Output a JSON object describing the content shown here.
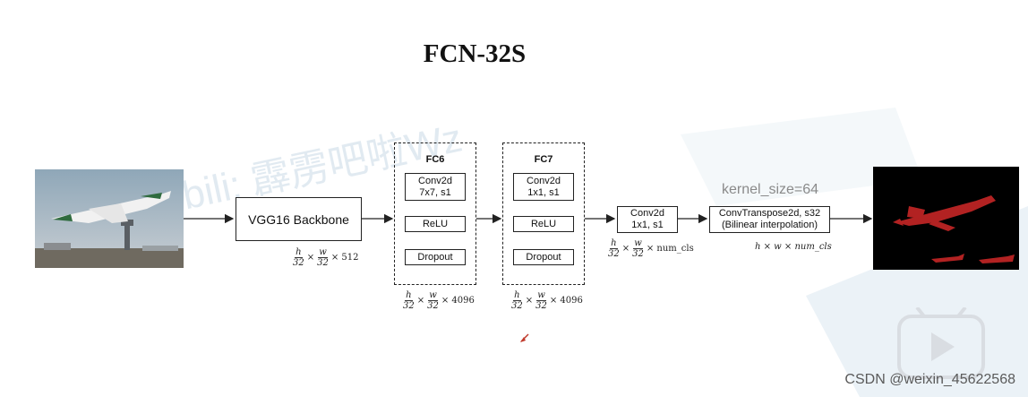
{
  "title": "FCN-32S",
  "watermark": "bili: 霹雳吧啦Wz",
  "input_image": {
    "description": "airplane photo"
  },
  "output_image": {
    "description": "segmentation mask",
    "mask_color": "#b22222"
  },
  "backbone": {
    "label": "VGG16 Backbone",
    "dims": {
      "h": "h",
      "w": "w",
      "den": "32",
      "channels": "× 512"
    }
  },
  "fc6": {
    "title": "FC6",
    "layers": [
      "Conv2d\n7x7, s1",
      "ReLU",
      "Dropout"
    ],
    "dims": {
      "den": "32",
      "channels": "× 4096"
    }
  },
  "fc7": {
    "title": "FC7",
    "layers": [
      "Conv2d\n1x1, s1",
      "ReLU",
      "Dropout"
    ],
    "dims": {
      "den": "32",
      "channels": "× 4096"
    }
  },
  "conv": {
    "label": "Conv2d\n1x1, s1",
    "dims": {
      "den": "32",
      "channels": "× num_cls"
    }
  },
  "deconv": {
    "label": "ConvTranspose2d, s32\n(Bilinear interpolation)",
    "kernel_note": "kernel_size=64",
    "dims": "h × w × num_cls"
  },
  "csdn": "CSDN @weixin_45622568",
  "colors": {
    "line": "#222222",
    "watermark": "#c3d6e6"
  }
}
